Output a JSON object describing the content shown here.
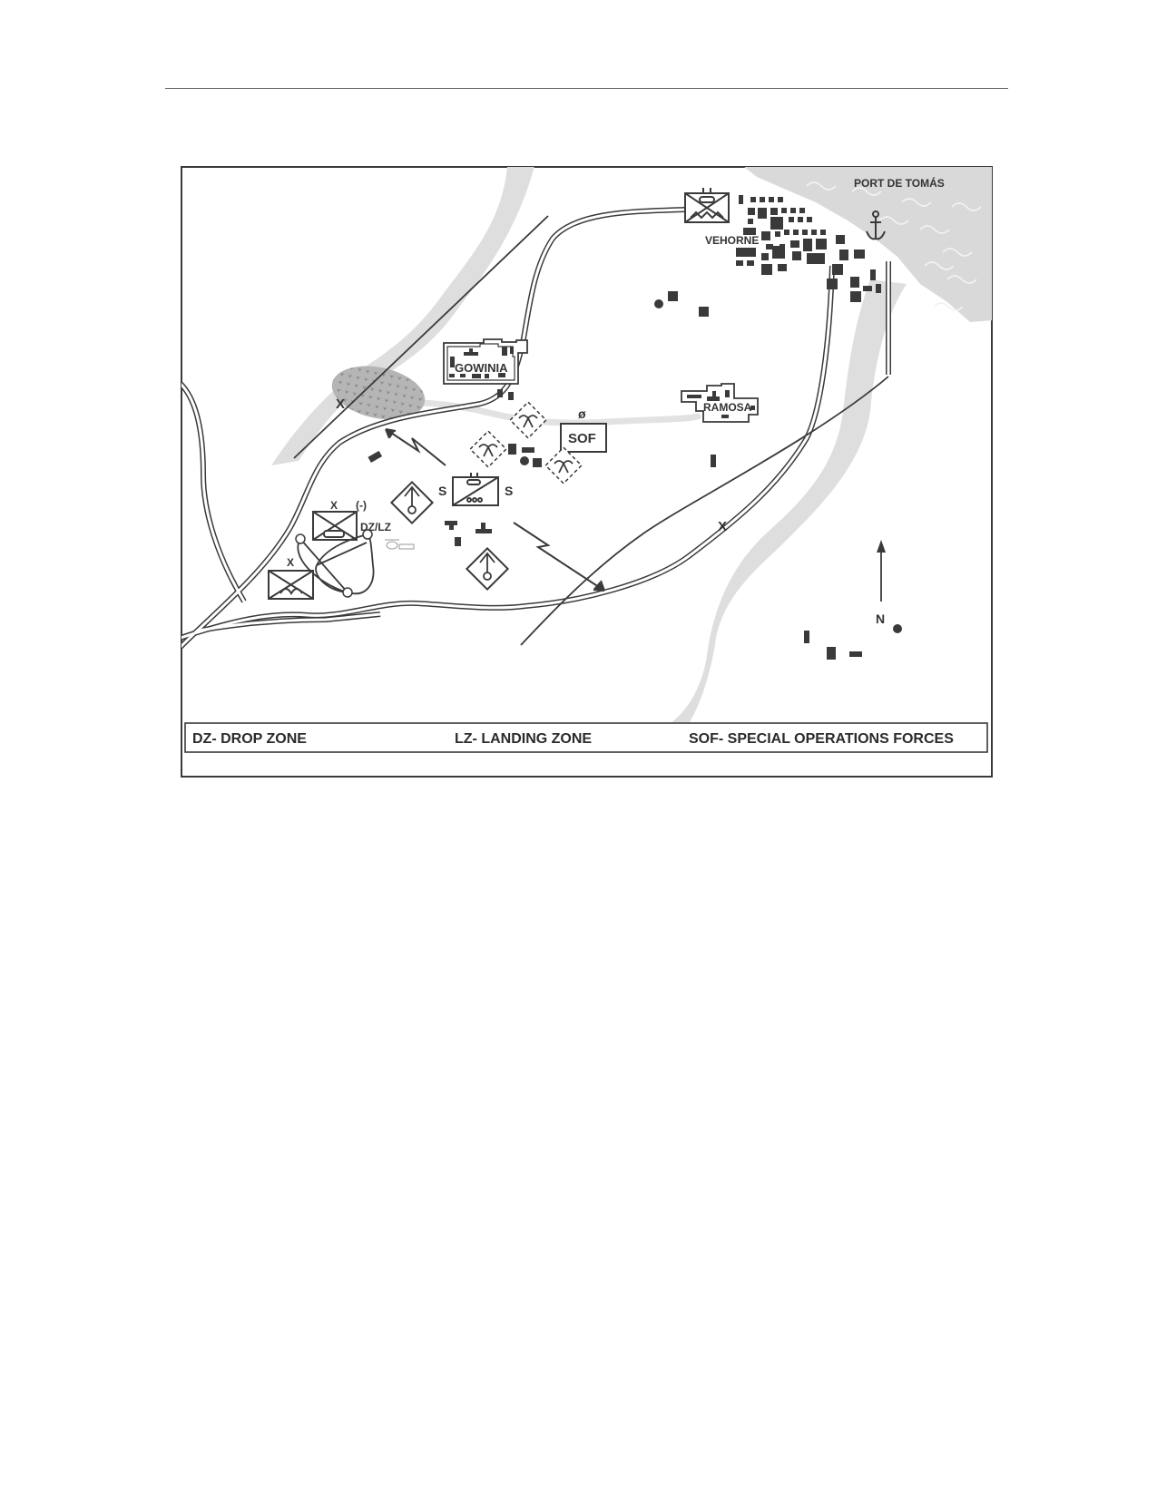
{
  "places": {
    "port": "PORT DE TOMÁS",
    "vehorne": "VEHORNE",
    "gowinia": "GOWINIA",
    "ramosa": "RAMOSA"
  },
  "units": {
    "sof": "SOF",
    "sof_modifier": "ø",
    "brigade_echelon": "X",
    "reduced": "(-)",
    "dz_lz": "DZ/LZ",
    "screen_left": "S",
    "screen_right": "S"
  },
  "boundaries": {
    "marker": "X"
  },
  "north_arrow": {
    "label": "N"
  },
  "legend": {
    "dz": "DZ- DROP ZONE",
    "lz": "LZ- LANDING ZONE",
    "sof": "SOF- SPECIAL OPERATIONS FORCES"
  },
  "colors": {
    "water": "#dedede",
    "sea": "#d9d9d9",
    "forest": "#b3b3b3",
    "ink": "#3a3a3a"
  }
}
